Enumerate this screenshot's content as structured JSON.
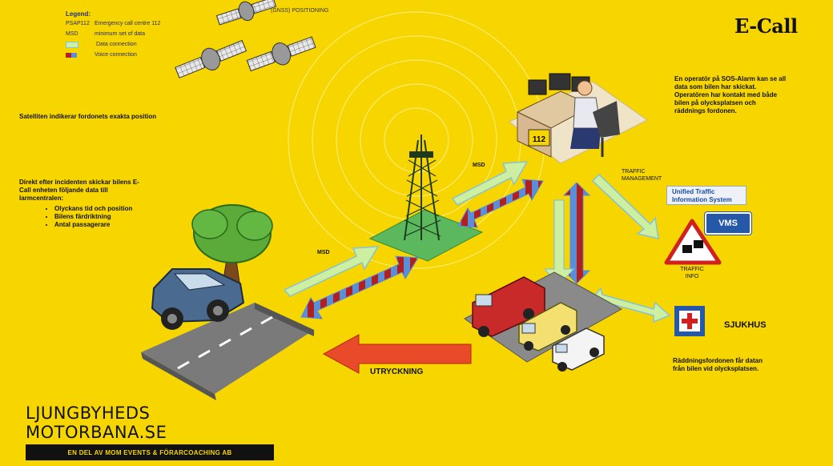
{
  "legend": {
    "title": "Legend:",
    "items": [
      {
        "key": "PSAP112",
        "text": "Emergency call centre 112"
      },
      {
        "key": "MSD",
        "text": "minimum set of data"
      },
      {
        "key": "",
        "text": "Data connection",
        "color": "#ccf0a0"
      },
      {
        "key": "",
        "text": "Voice connection",
        "color": "#b02020"
      }
    ]
  },
  "gnss_label": "(GNSS) POSITIONING",
  "title": "E-Call",
  "satellite_text": "Satelliten indikerar fordonets exakta position",
  "incident": {
    "text": "Direkt efter incidenten skickar bilens E-Call enheten följande data till larmcentralen:",
    "bullets": [
      "Olyckans tid och position",
      "Bilens färdriktning",
      "Antal passagerare"
    ]
  },
  "operator_text": "En operatör på SOS-Alarm kan se all data som bilen har skickat. Operatören har kontakt med både bilen på olycksplatsen och räddnings fordonen.",
  "msd_1": "MSD",
  "msd_2": "MSD",
  "traffic_management": "TRAFFIC\nMANAGEMENT",
  "utms_label": "Unified Traffic Information System",
  "vms_label": "VMS",
  "traffic_info": "TRAFFIC\nINFO",
  "hospital_label": "SJUKHUS",
  "rescue_text": "Räddningsfordonen får datan från bilen vid olycksplatsen.",
  "utryckning": "UTRYCKNING",
  "desk_label": "112",
  "brand": {
    "name": "LJUNGBYHEDS MOTORBANA.SE",
    "tagline": "EN DEL AV MOM EVENTS & FÖRARCOACHING AB"
  },
  "colors": {
    "background": "#f7d600",
    "data_arrow": "#ccf0a0",
    "voice_red": "#b02020",
    "voice_blue": "#5a8ed8",
    "utryckning_arrow": "#e84a2a"
  }
}
